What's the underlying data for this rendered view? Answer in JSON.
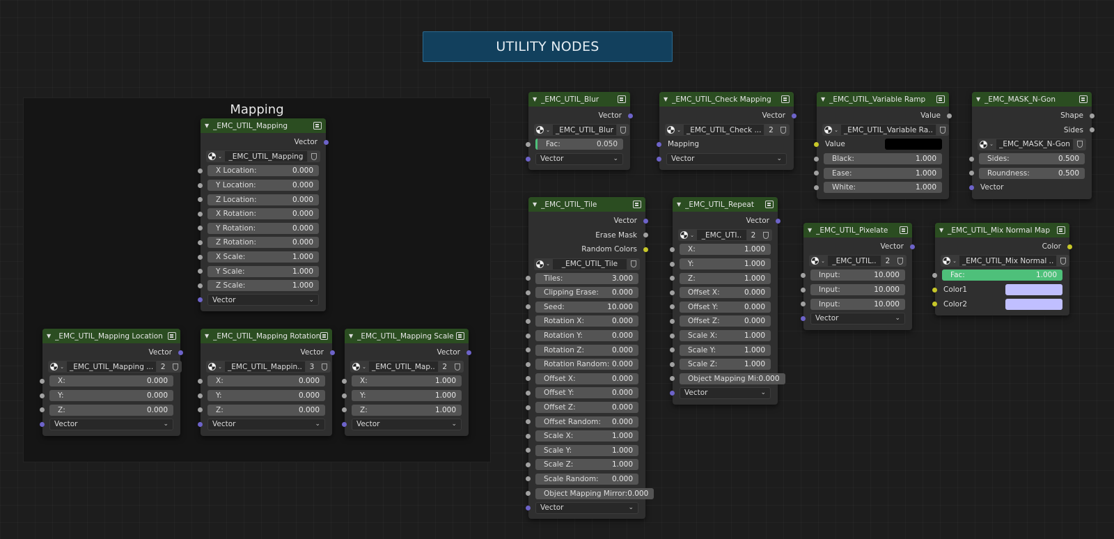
{
  "banner": {
    "title": "UTILITY NODES"
  },
  "frame": {
    "label": "Mapping"
  },
  "colors": {
    "header_green": "#2b4d21",
    "vector_socket": "#6d63c9",
    "float_socket": "#a1a1a1",
    "color_socket": "#c7c729",
    "fac_bar": "#4ec07a",
    "mix_color": "#c0bfff",
    "banner_bg": "#12405d"
  },
  "icons": {
    "collapse": "triangle-down-icon",
    "group": "node-group-icon",
    "datablock": "node-tree-icon",
    "fake_user": "shield-icon",
    "dropdown": "chevron-down-icon"
  },
  "nodes": {
    "mapping": {
      "title": "_EMC_UTIL_Mapping",
      "output": "Vector",
      "group_name": "_EMC_UTIL_Mapping",
      "group_users": "",
      "fields": [
        {
          "label": "X Location:",
          "value": "0.000"
        },
        {
          "label": "Y Location:",
          "value": "0.000"
        },
        {
          "label": "Z Location:",
          "value": "0.000"
        },
        {
          "label": "X Rotation:",
          "value": "0.000"
        },
        {
          "label": "Y Rotation:",
          "value": "0.000"
        },
        {
          "label": "Z Rotation:",
          "value": "0.000"
        },
        {
          "label": "X Scale:",
          "value": "1.000"
        },
        {
          "label": "Y Scale:",
          "value": "1.000"
        },
        {
          "label": "Z Scale:",
          "value": "1.000"
        }
      ],
      "vector_select": "Vector"
    },
    "mapping_location": {
      "title": "_EMC_UTIL_Mapping Location",
      "output": "Vector",
      "group_name": "_EMC_UTIL_Mapping ...",
      "group_users": "2",
      "fields": [
        {
          "label": "X:",
          "value": "0.000"
        },
        {
          "label": "Y:",
          "value": "0.000"
        },
        {
          "label": "Z:",
          "value": "0.000"
        }
      ],
      "vector_select": "Vector"
    },
    "mapping_rotation": {
      "title": "_EMC_UTIL_Mapping Rotation",
      "output": "Vector",
      "group_name": "_EMC_UTIL_Mappin..",
      "group_users": "3",
      "fields": [
        {
          "label": "X:",
          "value": "0.000"
        },
        {
          "label": "Y:",
          "value": "0.000"
        },
        {
          "label": "Z:",
          "value": "0.000"
        }
      ],
      "vector_select": "Vector"
    },
    "mapping_scale": {
      "title": "_EMC_UTIL_Mapping Scale",
      "output": "Vector",
      "group_name": "_EMC_UTIL_Map..",
      "group_users": "2",
      "fields": [
        {
          "label": "X:",
          "value": "1.000"
        },
        {
          "label": "Y:",
          "value": "1.000"
        },
        {
          "label": "Z:",
          "value": "1.000"
        }
      ],
      "vector_select": "Vector"
    },
    "blur": {
      "title": "_EMC_UTIL_Blur",
      "output": "Vector",
      "group_name": "_EMC_UTIL_Blur",
      "group_users": "",
      "fac": {
        "label": "Fac:",
        "value": "0.050",
        "fraction": 0.05
      },
      "vector_select": "Vector"
    },
    "check_mapping": {
      "title": "_EMC_UTIL_Check Mapping",
      "output": "Vector",
      "group_name": "_EMC_UTIL_Check ...",
      "group_users": "2",
      "input_label": "Mapping",
      "vector_select": "Vector"
    },
    "variable_ramp": {
      "title": "_EMC_UTIL_Variable Ramp",
      "output": "Value",
      "group_name": "_EMC_UTIL_Variable Ra..",
      "group_users": "",
      "value_label": "Value",
      "value_color": "#000000",
      "fields": [
        {
          "label": "Black:",
          "value": "1.000"
        },
        {
          "label": "Ease:",
          "value": "1.000"
        },
        {
          "label": "White:",
          "value": "1.000"
        }
      ]
    },
    "ngon": {
      "title": "_EMC_MASK_N-Gon",
      "outputs": [
        "Shape",
        "Sides"
      ],
      "group_name": "_EMC_MASK_N-Gon",
      "group_users": "",
      "fields": [
        {
          "label": "Sides:",
          "value": "0.500"
        },
        {
          "label": "Roundness:",
          "value": "0.500"
        }
      ],
      "vector_label": "Vector"
    },
    "tile": {
      "title": "_EMC_UTIL_Tile",
      "outputs": [
        "Vector",
        "Erase Mask",
        "Random Colors"
      ],
      "group_name": "_EMC_UTIL_Tile",
      "group_users": "",
      "fields": [
        {
          "label": "Tiles:",
          "value": "3.000"
        },
        {
          "label": "Clipping Erase:",
          "value": "0.000"
        },
        {
          "label": "Seed:",
          "value": "10.000"
        },
        {
          "label": "Rotation X:",
          "value": "0.000"
        },
        {
          "label": "Rotation Y:",
          "value": "0.000"
        },
        {
          "label": "Rotation Z:",
          "value": "0.000"
        },
        {
          "label": "Rotation Random:",
          "value": "0.000"
        },
        {
          "label": "Offset X:",
          "value": "0.000"
        },
        {
          "label": "Offset Y:",
          "value": "0.000"
        },
        {
          "label": "Offset Z:",
          "value": "0.000"
        },
        {
          "label": "Offset Random:",
          "value": "0.000"
        },
        {
          "label": "Scale X:",
          "value": "1.000"
        },
        {
          "label": "Scale Y:",
          "value": "1.000"
        },
        {
          "label": "Scale Z:",
          "value": "1.000"
        },
        {
          "label": "Scale Random:",
          "value": "0.000"
        },
        {
          "label": "Object Mapping Mirror:",
          "value": "0.000"
        }
      ],
      "vector_select": "Vector"
    },
    "repeat": {
      "title": "_EMC_UTIL_Repeat",
      "output": "Vector",
      "group_name": "_EMC_UTI..",
      "group_users": "2",
      "fields": [
        {
          "label": "X:",
          "value": "1.000"
        },
        {
          "label": "Y:",
          "value": "1.000"
        },
        {
          "label": "Z:",
          "value": "1.000"
        },
        {
          "label": "Offset X:",
          "value": "0.000"
        },
        {
          "label": "Offset Y:",
          "value": "0.000"
        },
        {
          "label": "Offset Z:",
          "value": "0.000"
        },
        {
          "label": "Scale X:",
          "value": "1.000"
        },
        {
          "label": "Scale Y:",
          "value": "1.000"
        },
        {
          "label": "Scale Z:",
          "value": "1.000"
        },
        {
          "label": "Object Mapping Mi:",
          "value": "0.000"
        }
      ],
      "vector_select": "Vector"
    },
    "pixelate": {
      "title": "_EMC_UTIL_Pixelate",
      "output": "Vector",
      "group_name": "_EMC_UTIL..",
      "group_users": "2",
      "fields": [
        {
          "label": "Input:",
          "value": "10.000"
        },
        {
          "label": "Input:",
          "value": "10.000"
        },
        {
          "label": "Input:",
          "value": "10.000"
        }
      ],
      "vector_select": "Vector"
    },
    "mix_normal": {
      "title": "_EMC_UTIL_Mix Normal Map",
      "output": "Color",
      "group_name": "_EMC_UTIL_Mix Normal ..",
      "group_users": "",
      "fac": {
        "label": "Fac:",
        "value": "1.000",
        "fraction": 1.0
      },
      "color1": "Color1",
      "color2": "Color2"
    }
  }
}
